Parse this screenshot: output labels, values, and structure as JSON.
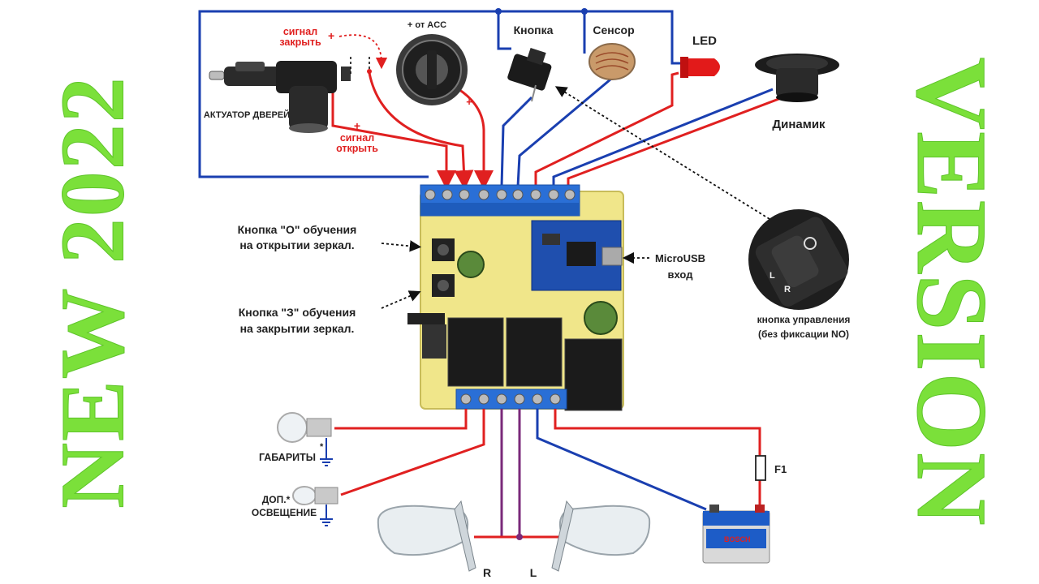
{
  "side_text": {
    "left": "NEW 2022",
    "right": "VERSION"
  },
  "labels": {
    "signal_close_1": "сигнал",
    "signal_close_2": "закрыть",
    "plus_close": "+",
    "plus_acc": "+ от ACC",
    "plus_acc_low": "+",
    "signal_open_plus": "+",
    "signal_open_1": "сигнал",
    "signal_open_2": "открыть",
    "door_actuator": "АКТУАТОР ДВЕРЕЙ",
    "button": "Кнопка",
    "sensor": "Сенсор",
    "led": "LED",
    "speaker": "Динамик",
    "learn_open_1": "Кнопка \"О\" обучения",
    "learn_open_2": "на открытии зеркал.",
    "learn_close_1": "Кнопка \"З\" обучения",
    "learn_close_2": "на закрытии зеркал.",
    "microusb_1": "MicroUSB",
    "microusb_2": "вход",
    "control_button_1": "кнопка управления",
    "control_button_2": "(без фиксации NO)",
    "control_l": "L",
    "control_r": "R",
    "parking_lights": "ГАБАРИТЫ",
    "parking_star": "*",
    "extra_light_1": "ДОП.*",
    "extra_light_2": "ОСВЕЩЕНИЕ",
    "fuse": "F1",
    "mirror_r": "R",
    "mirror_l": "L",
    "battery_brand": "BOSCH"
  },
  "colors": {
    "wire_red": "#e02020",
    "wire_blue": "#1a3fb0",
    "wire_purple": "#7a2a7a",
    "terminal_blue": "#2a6fd6",
    "board_yellow": "#f0e68a",
    "accent_green": "#7be03a"
  }
}
